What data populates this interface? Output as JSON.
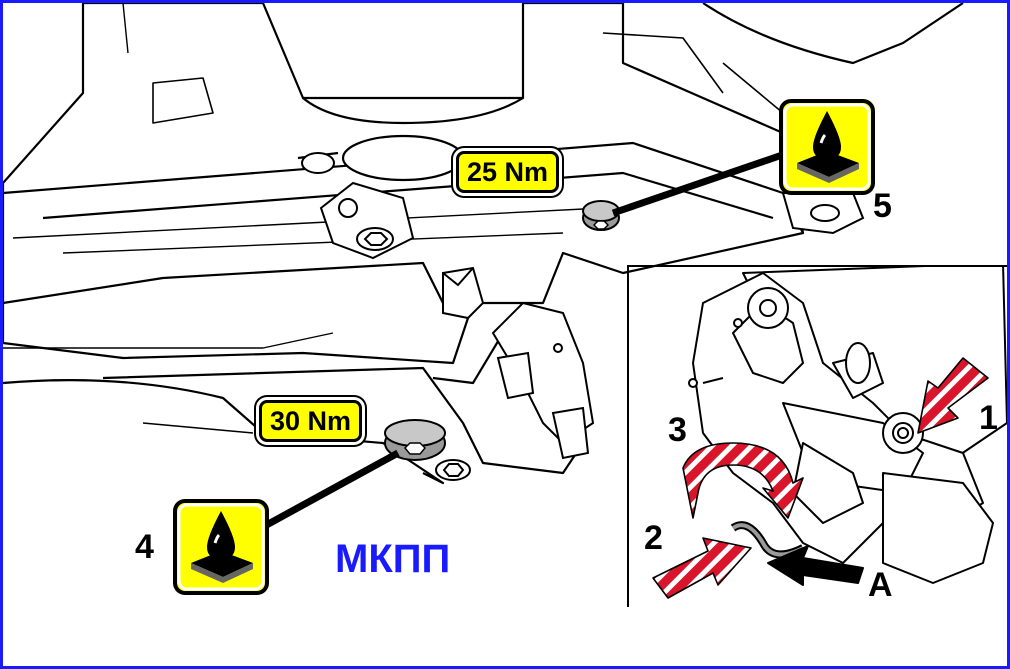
{
  "labels": {
    "torque_upper": "25 Nm",
    "torque_lower": "30 Nm",
    "callout_1": "1",
    "callout_2": "2",
    "callout_3": "3",
    "callout_4": "4",
    "callout_5": "5",
    "callout_a": "A",
    "gearbox_title": "МКПП"
  },
  "colors": {
    "frame": "#1a1aff",
    "badge_yellow": "#ffff00",
    "arrow_red": "#d8152a",
    "title_blue": "#1a1aff"
  },
  "icons": [
    "oil-drop-icon",
    "arrow-icon"
  ]
}
